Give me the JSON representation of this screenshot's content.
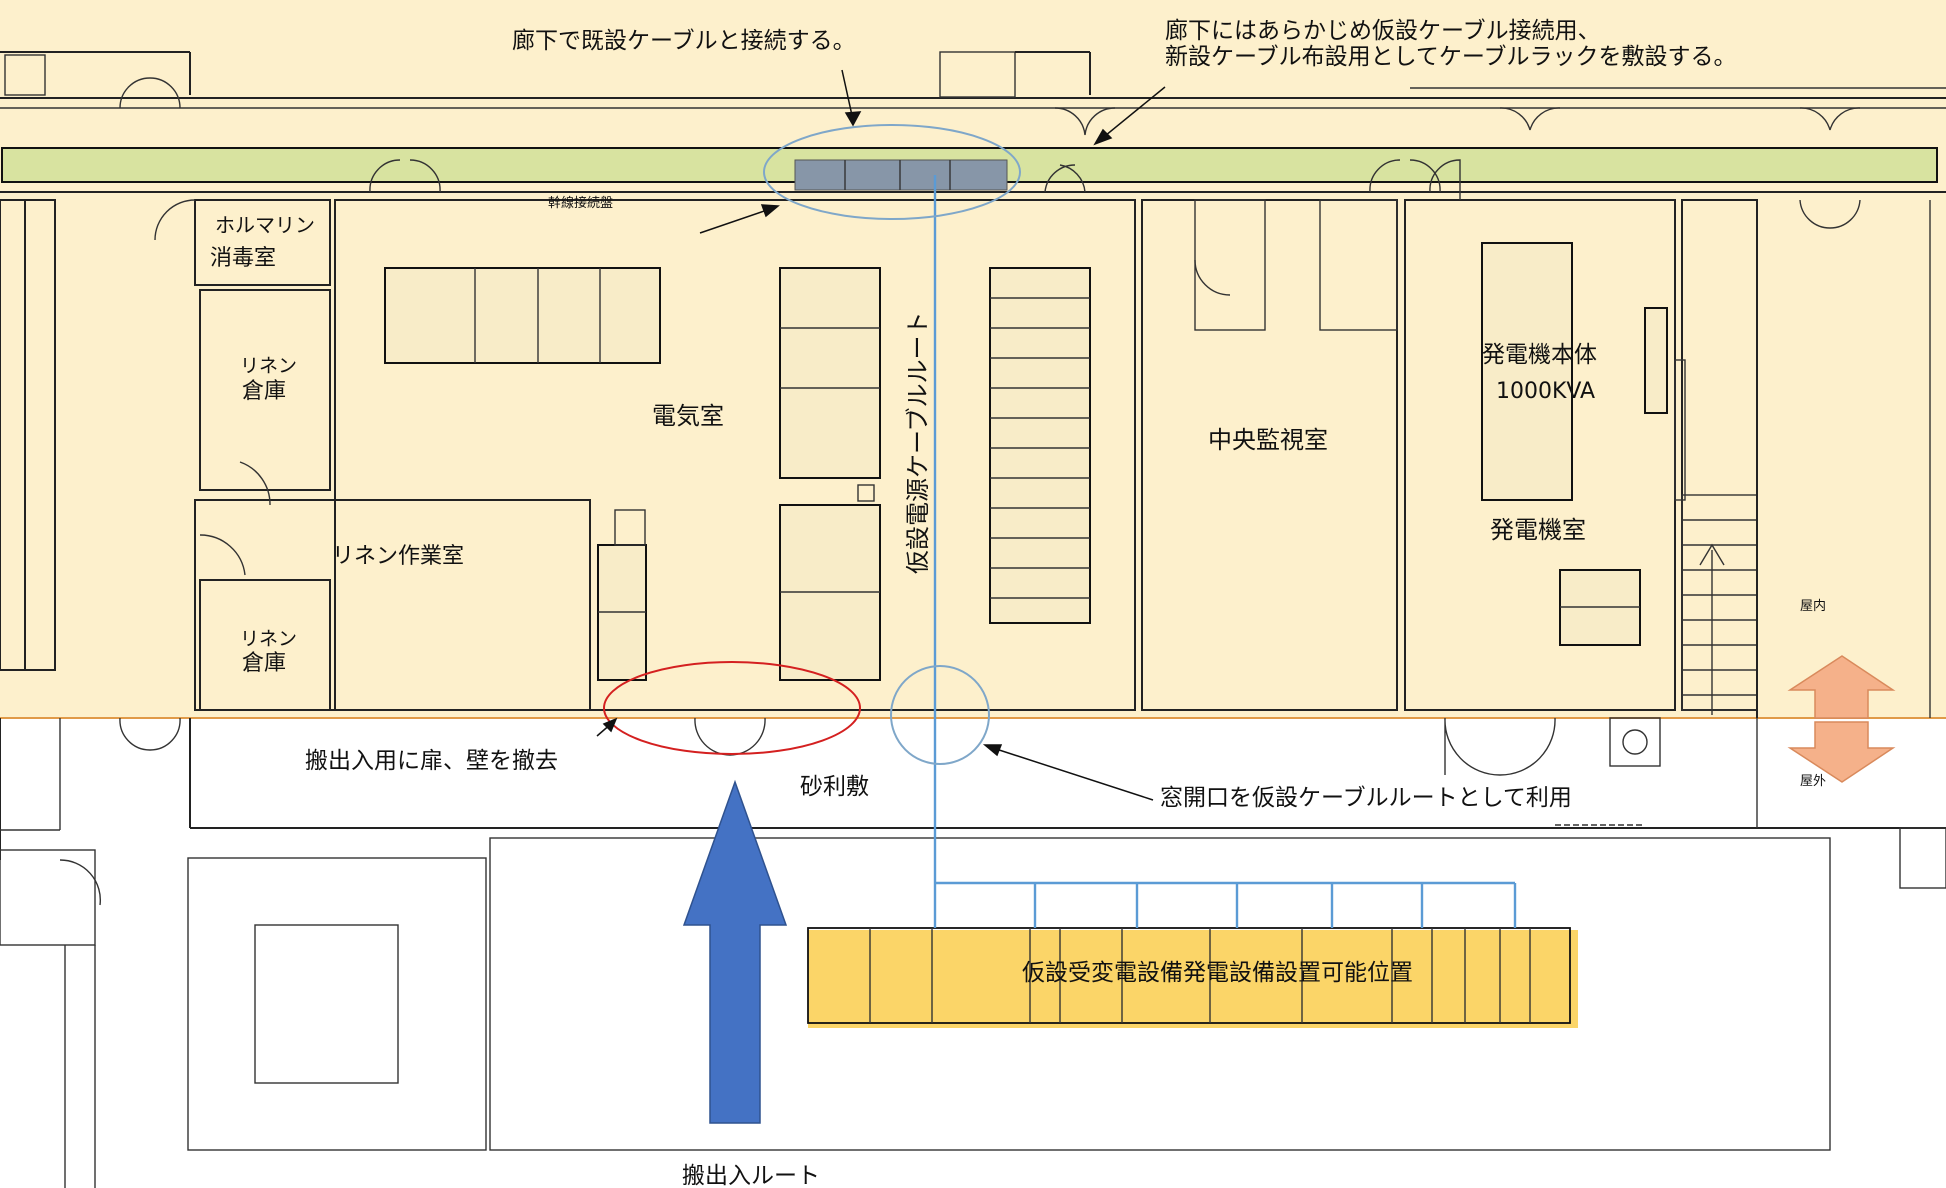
{
  "labels": {
    "corridor_connect": "廊下で既設ケーブルと接続する。",
    "corridor_rack_line1": "廊下にはあらかじめ仮設ケーブル接続用、",
    "corridor_rack_line2": "新設ケーブル布設用としてケーブルラックを敷設する。",
    "trunk_panel": "幹線接続盤",
    "formalin_line1": "ホルマリン",
    "formalin_line2": "消毒室",
    "linen_storage1_line1": "リネン",
    "linen_storage1_line2": "倉庫",
    "linen_work": "リネン作業室",
    "linen_storage2_line1": "リネン",
    "linen_storage2_line2": "倉庫",
    "electric_room": "電気室",
    "temp_cable_route": "仮設電源ケーブルルート",
    "central_monitor": "中央監視室",
    "generator_body_line1": "発電機本体",
    "generator_body_line2": "1000KVA",
    "generator_room": "発電機室",
    "indoor": "屋内",
    "outdoor": "屋外",
    "remove_door": "搬出入用に扉、壁を撤去",
    "gravel": "砂利敷",
    "window_route": "窓開口を仮設ケーブルルートとして利用",
    "temp_substation": "仮設受変電設備発電設備設置可能位置",
    "carry_route": "搬出入ルート"
  },
  "colors": {
    "indoor_fill": "#fdf0cc",
    "corridor_rack": "#d8e3a0",
    "panel_fill": "#8796a8",
    "equipment_zone": "#fbd568",
    "cable_line": "#5b9bd5",
    "callout_ellipse_blue": "#7fa7c9",
    "callout_ellipse_red": "#d42020",
    "carry_arrow": "#4472c4",
    "indoor_outdoor_arrow": "#f5b18a",
    "boundary_line": "#e09a48"
  }
}
